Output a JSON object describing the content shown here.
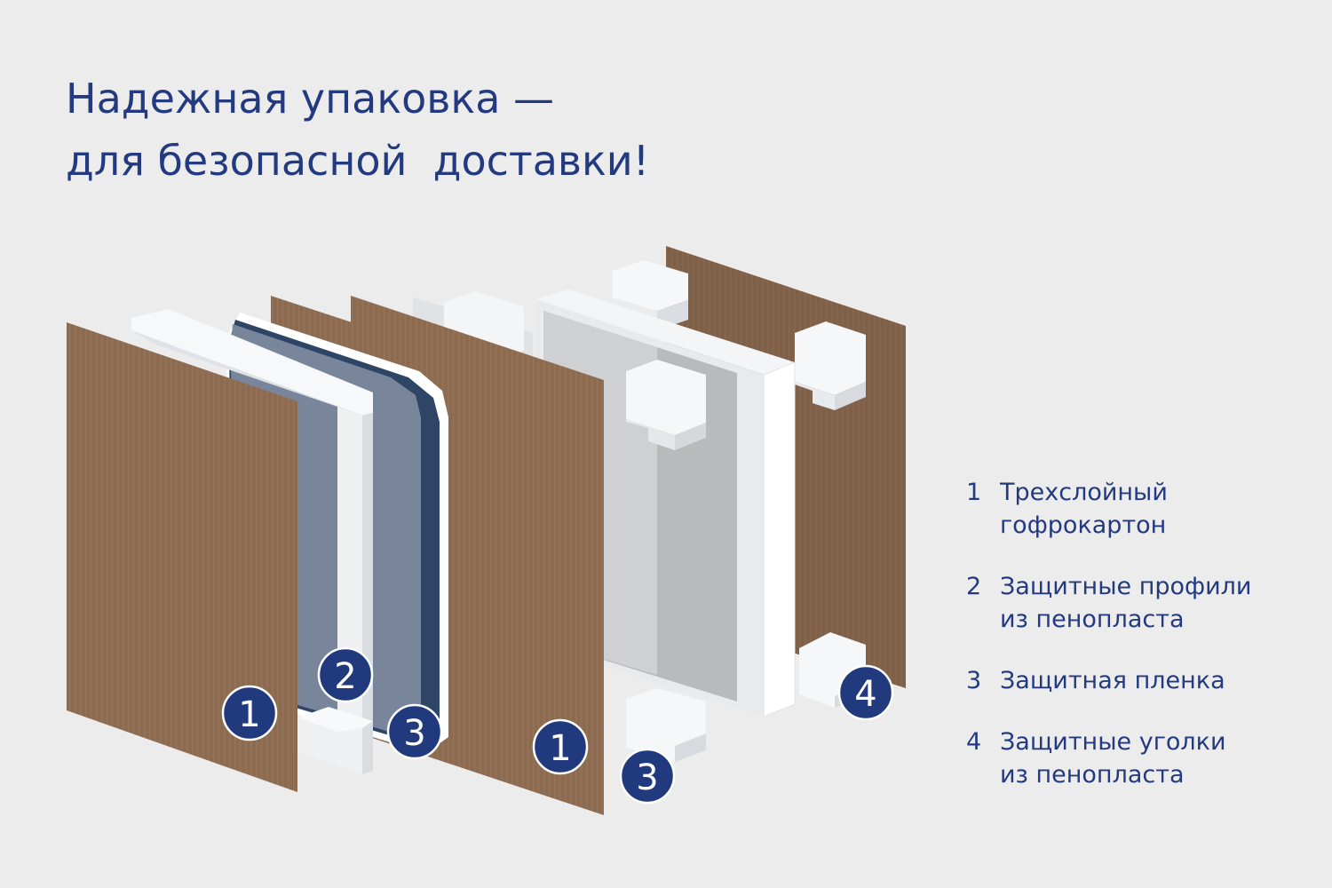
{
  "title": {
    "line1": "Надежная упаковка —",
    "line2": "для безопасной  доставки!"
  },
  "colors": {
    "accent": "#233a80",
    "cardboard": "#8f6c52",
    "foam": "#f3f4f6",
    "glass": "#5f7088",
    "background": "#ececec"
  },
  "badges": [
    "1",
    "2",
    "3",
    "1",
    "3",
    "4"
  ],
  "legend": [
    {
      "num": "1",
      "line1": "Трехслойный",
      "line2": "гофрокартон"
    },
    {
      "num": "2",
      "line1": "Защитные профили",
      "line2": "из пенопласта"
    },
    {
      "num": "3",
      "line1": "Защитная пленка",
      "line2": ""
    },
    {
      "num": "4",
      "line1": "Защитные уголки",
      "line2": "из пенопласта"
    }
  ]
}
